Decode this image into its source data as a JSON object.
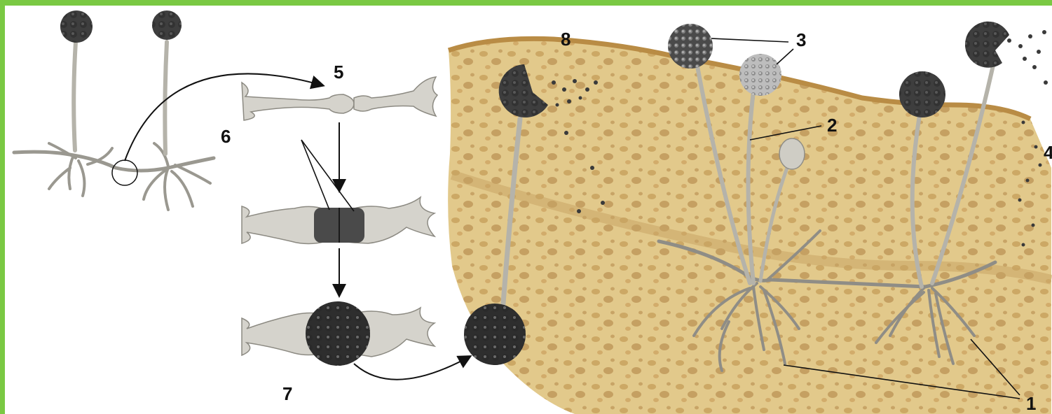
{
  "colors": {
    "border": "#7ac943",
    "bread": "#e2c98b",
    "bread_dark": "#b98c45",
    "crust": "#d7b679",
    "hypha": "#c9c7c0",
    "sporangium": "#3e3e3e",
    "zygospore": "#2e2e2e"
  },
  "labels": {
    "l1": "1",
    "l2": "2",
    "l3": "3",
    "l4": "4",
    "l5": "5",
    "l6": "6",
    "l7": "7",
    "l8": "8"
  }
}
